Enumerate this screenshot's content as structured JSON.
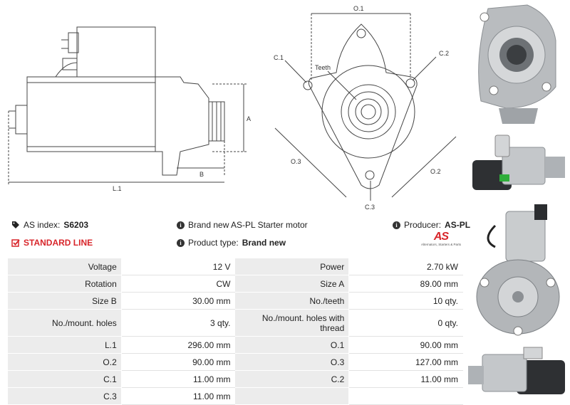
{
  "drawing_labels": {
    "side": {
      "A": "A",
      "B": "B",
      "L1": "L.1"
    },
    "front": {
      "O1": "O.1",
      "O2": "O.2",
      "O3": "O.3",
      "C1": "C.1",
      "C2": "C.2",
      "C3": "C.3",
      "teeth": "Teeth"
    }
  },
  "info": {
    "index_label": "AS index:",
    "index_value": "S6203",
    "standard_line": "STANDARD LINE",
    "description": "Brand new AS-PL Starter motor",
    "product_type_label": "Product type:",
    "product_type_value": "Brand new",
    "producer_label": "Producer:",
    "producer_value": "AS-PL",
    "logo_mark": "AS",
    "logo_tagline": "Alternators, Starters & Parts"
  },
  "specs": [
    [
      {
        "label": "Voltage",
        "value": "12 V"
      },
      {
        "label": "Power",
        "value": "2.70 kW"
      }
    ],
    [
      {
        "label": "Rotation",
        "value": "CW"
      },
      {
        "label": "Size A",
        "value": "89.00 mm"
      }
    ],
    [
      {
        "label": "Size B",
        "value": "30.00 mm"
      },
      {
        "label": "No./teeth",
        "value": "10 qty."
      }
    ],
    [
      {
        "label": "No./mount. holes",
        "value": "3 qty."
      },
      {
        "label": "No./mount. holes with thread",
        "value": "0 qty."
      }
    ],
    [
      {
        "label": "L.1",
        "value": "296.00 mm"
      },
      {
        "label": "O.1",
        "value": "90.00 mm"
      }
    ],
    [
      {
        "label": "O.2",
        "value": "90.00 mm"
      },
      {
        "label": "O.3",
        "value": "127.00 mm"
      }
    ],
    [
      {
        "label": "C.1",
        "value": "11.00 mm"
      },
      {
        "label": "C.2",
        "value": "11.00 mm"
      }
    ],
    [
      {
        "label": "C.3",
        "value": "11.00 mm"
      },
      {
        "label": "",
        "value": ""
      }
    ]
  ],
  "colors": {
    "accent_red": "#d8262b",
    "label_bg": "#ececec"
  },
  "icons": [
    "tag-icon",
    "checkbox-icon",
    "info-icon"
  ]
}
